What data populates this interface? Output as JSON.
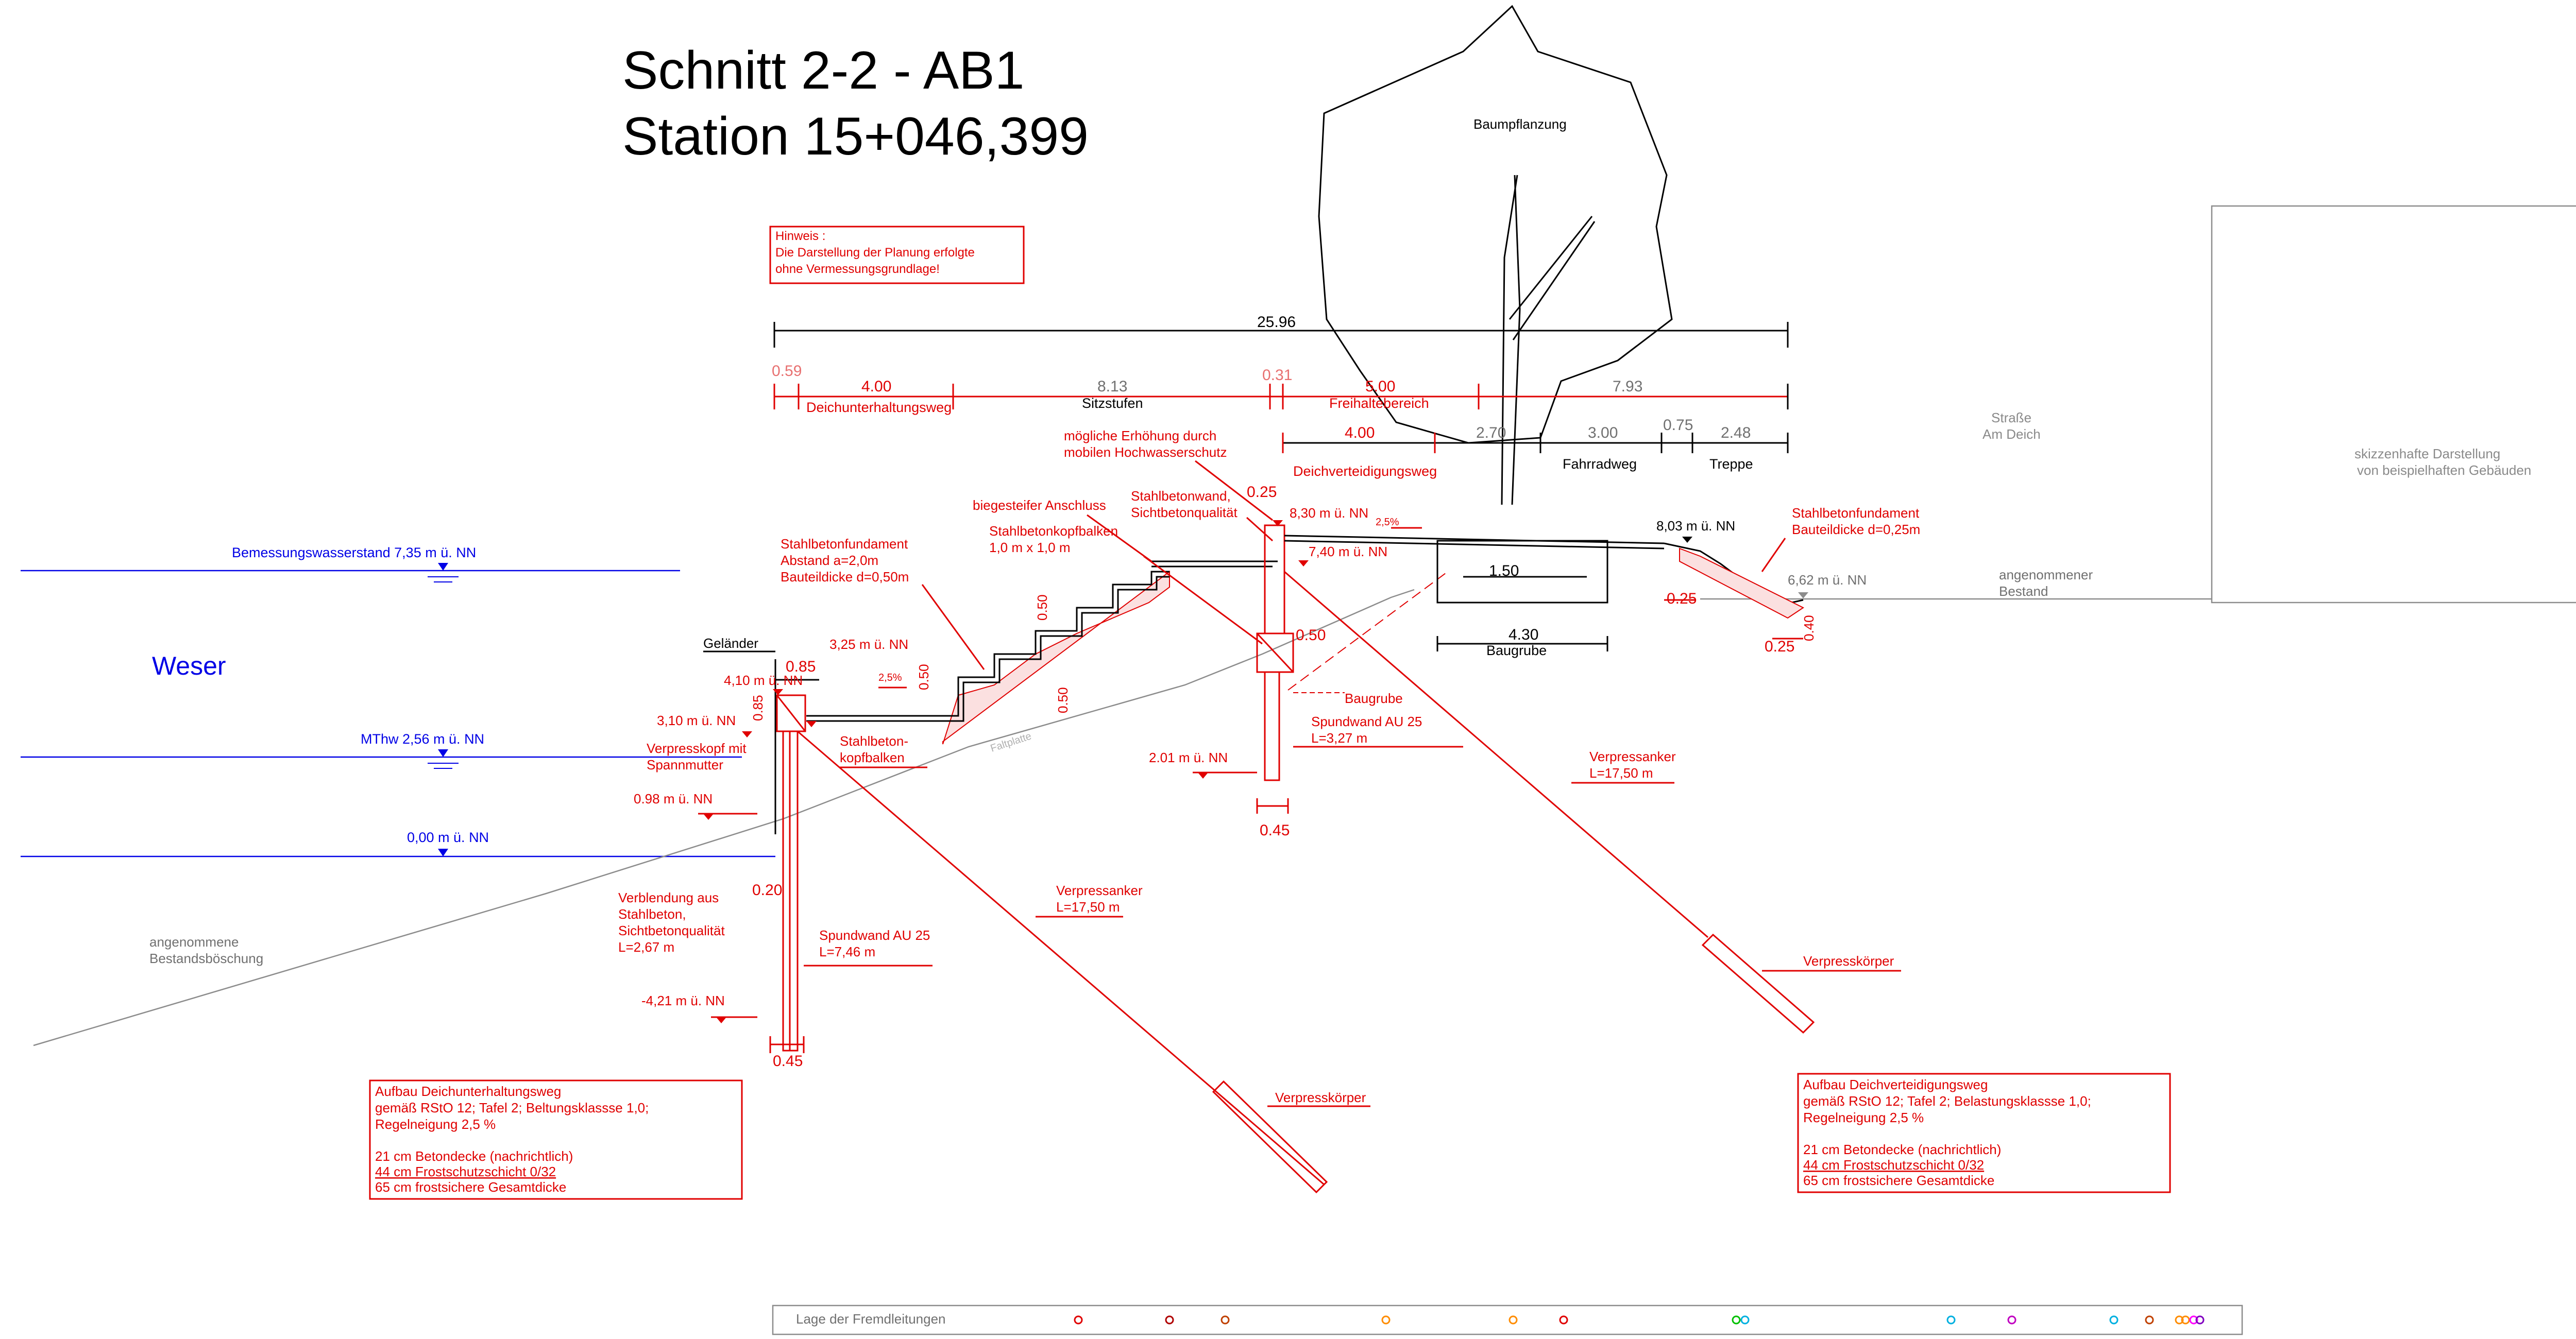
{
  "title": {
    "line1": "Schnitt 2-2 - AB1",
    "line2": "Station 15+046,399"
  },
  "hinweis": [
    "Hinweis :",
    "Die Darstellung der Planung erfolgte",
    "ohne Vermessungsgrundlage!"
  ],
  "tree_label": "Baumpflanzung",
  "dimensions": {
    "total": "25.96",
    "d_059": "0.59",
    "d_400a": "4.00",
    "d_813": "8.13",
    "d_031": "0.31",
    "d_500": "5.00",
    "d_793": "7.93",
    "d_400b": "4.00",
    "d_270": "2.70",
    "d_300": "3.00",
    "d_075": "0.75",
    "d_248": "2.48",
    "d_025a": "0.25",
    "d_050a": "0.50",
    "d_050b": "0.50",
    "d_050c": "0.50",
    "d_050d": "0.50",
    "d_085a": "0.85",
    "d_085b": "0.85",
    "d_020": "0.20",
    "d_045a": "0.45",
    "d_045b": "0.45",
    "d_150": "1.50",
    "d_430": "4.30",
    "d_025b": "0.25",
    "d_025c": "0.25",
    "d_040": "0.40",
    "slope_a": "2,5%",
    "slope_b": "2,5%"
  },
  "segment_labels": {
    "deichunterhaltungsweg": "Deichunterhaltungsweg",
    "sitzstufen": "Sitzstufen",
    "freihaltebereich": "Freihaltebereich",
    "deichverteidigungsweg": "Deichverteidigungsweg",
    "fahrradweg": "Fahrradweg",
    "treppe": "Treppe"
  },
  "water": {
    "bemessung": "Bemessungswasserstand 7,35 m ü. NN",
    "mthw": "MThw 2,56 m ü. NN",
    "zero": "0,00 m ü. NN",
    "river": "Weser"
  },
  "levels": {
    "l410": "4,10 m ü. NN",
    "l310": "3,10 m ü. NN",
    "l098": "0.98 m ü. NN",
    "l421": "-4,21 m ü. NN",
    "l325": "3,25 m ü. NN",
    "l201": "2.01 m ü. NN",
    "l830": "8,30 m ü. NN",
    "l740": "7,40 m ü. NN",
    "l803": "8,03 m ü. NN",
    "l662": "6,62 m ü. NN"
  },
  "labels": {
    "gelaender": "Geländer",
    "verpresskopf": [
      "Verpresskopf mit",
      "Spannmutter"
    ],
    "verblendung": [
      "Verblendung aus",
      "Stahlbeton,",
      "Sichtbetonqualität",
      "L=2,67 m"
    ],
    "stb_fundament_left": [
      "Stahlbetonfundament",
      "Abstand a=2,0m",
      "Bauteildicke d=0,50m"
    ],
    "stb_kopfbalken_left": [
      "Stahlbeton-",
      "kopfbalken"
    ],
    "spundwand_left": [
      "Spundwand AU 25",
      "L=7,46 m"
    ],
    "verpressanker_left": [
      "Verpressanker",
      "L=17,50 m"
    ],
    "verpresskoerper_left": "Verpresskörper",
    "biegesteif": "biegesteifer Anschluss",
    "stb_kopfbalken_mid": [
      "Stahlbetonkopfbalken",
      "1,0 m x 1,0 m"
    ],
    "hochwasserschutz": [
      "mögliche Erhöhung durch",
      "mobilen Hochwasserschutz"
    ],
    "stb_wand": [
      "Stahlbetonwand,",
      "Sichtbetonqualität"
    ],
    "baugrube_red": "Baugrube",
    "spundwand_mid": [
      "Spundwand AU 25",
      "L=3,27 m"
    ],
    "verpressanker_right": [
      "Verpressanker",
      "L=17,50 m"
    ],
    "verpresskoerper_right": "Verpresskörper",
    "baugrube_black": "Baugrube",
    "stb_fundament_right": [
      "Stahlbetonfundament",
      "Bauteildicke d=0,25m"
    ],
    "angenommener_bestand": [
      "angenommener",
      "Bestand"
    ],
    "bestandsboeschung": [
      "angenommene",
      "Bestandsböschung"
    ],
    "strasse": [
      "Straße",
      "Am Deich"
    ],
    "gebaeude": [
      "skizzenhafte Darstellung",
      "von beispielhaften Gebäuden"
    ],
    "faint_text": "Faltplatte"
  },
  "note_left": {
    "lines": [
      "Aufbau Deichunterhaltungsweg",
      "gemäß RStO 12; Tafel 2; Beltungsklassse 1,0;",
      "Regelneigung 2,5 %"
    ],
    "layers": [
      "21 cm Betondecke (nachrichtlich)",
      "44 cm Frostschutzschicht 0/32",
      "65 cm frostsichere Gesamtdicke"
    ]
  },
  "note_right": {
    "lines": [
      "Aufbau Deichverteidigungsweg",
      "gemäß RStO 12; Tafel 2; Belastungsklassse 1,0;",
      "Regelneigung 2,5 %"
    ],
    "layers": [
      "21 cm Betondecke (nachrichtlich)",
      "44 cm Frostschutzschicht 0/32",
      "65 cm frostsichere Gesamtdicke"
    ]
  },
  "legend": {
    "label": "Lage der Fremdleitungen",
    "marker_colors": [
      "#e00000",
      "#b00000",
      "#c04000",
      "#ff8c00",
      "#ff8c00",
      "#e00000",
      "#00c000",
      "#00b0e0",
      "#00b0e0",
      "#c000c0",
      "#00b0e0",
      "#c04000",
      "#ff8c00",
      "#ff8c00",
      "#ff00ff",
      "#8000c0"
    ]
  },
  "colors": {
    "planning": "#e00000",
    "water": "#0000e6",
    "existing": "#8c8c8c",
    "structure": "#000000"
  }
}
